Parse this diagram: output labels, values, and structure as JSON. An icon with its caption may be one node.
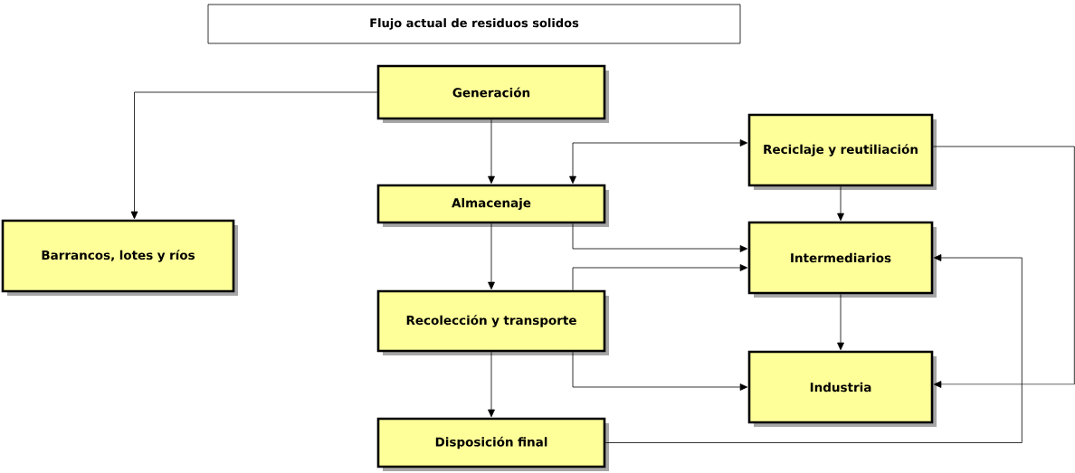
{
  "diagram": {
    "title": "Flujo actual de residuos solidos",
    "nodes": [
      {
        "text": [
          "Generación"
        ]
      },
      {
        "text": [
          "Almacenaje"
        ]
      },
      {
        "text": [
          "Recolección y transporte"
        ]
      },
      {
        "text": [
          "Disposición final"
        ]
      },
      {
        "text": [
          "Barrancos, lotes y ríos"
        ]
      },
      {
        "text": [
          "Reciclaje y reutiliación"
        ]
      },
      {
        "text": [
          "Intermediarios"
        ]
      },
      {
        "text": [
          "Industria"
        ]
      }
    ],
    "edges": [
      {
        "from": 0,
        "to": 4,
        "arrow": "to"
      },
      {
        "from": 0,
        "to": 1,
        "arrow": "to"
      },
      {
        "from": 1,
        "to": 2,
        "arrow": "to"
      },
      {
        "from": 2,
        "to": 3,
        "arrow": "to"
      },
      {
        "from": 1,
        "to": 5,
        "arrow": "both"
      },
      {
        "from": 1,
        "to": 6,
        "arrow": "to"
      },
      {
        "from": 2,
        "to": 6,
        "arrow": "to"
      },
      {
        "from": 2,
        "to": 7,
        "arrow": "to"
      },
      {
        "from": 5,
        "to": 6,
        "arrow": "to"
      },
      {
        "from": 6,
        "to": 7,
        "arrow": "to"
      },
      {
        "from": 5,
        "to": 7,
        "arrow": "to"
      },
      {
        "from": 3,
        "to": 6,
        "arrow": "to"
      }
    ]
  }
}
